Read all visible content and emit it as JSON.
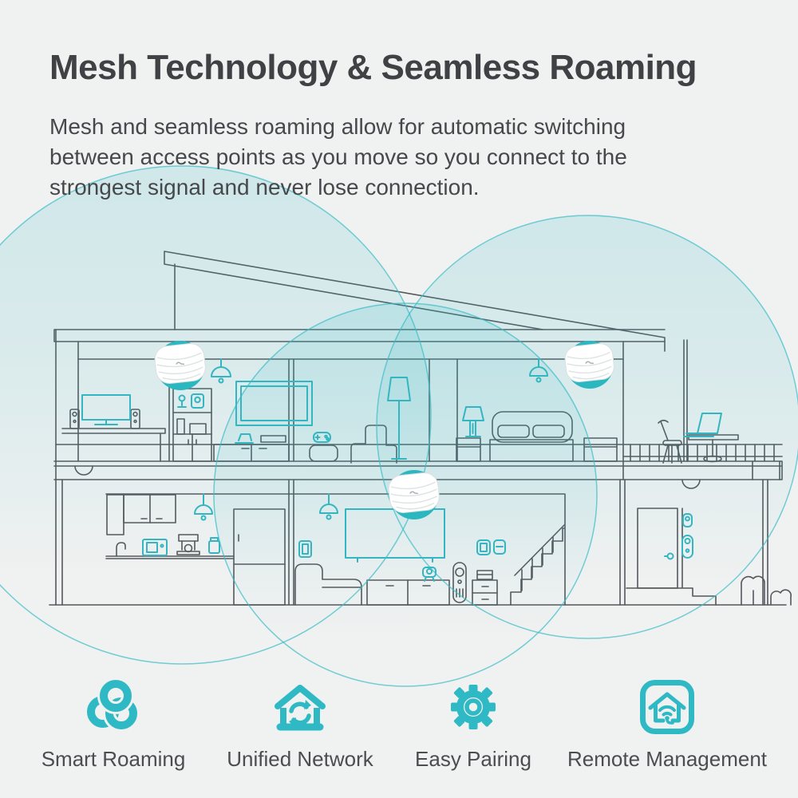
{
  "header": {
    "title": "Mesh Technology & Seamless Roaming",
    "paragraph": "Mesh and seamless roaming allow for automatic switching\nbetween access points as you move so you connect to the\nstrongest signal and never lose connection."
  },
  "features": [
    {
      "label": "Smart Roaming",
      "icon": "mesh-trefoil-icon"
    },
    {
      "label": "Unified Network",
      "icon": "house-sync-icon"
    },
    {
      "label": "Easy Pairing",
      "icon": "gear-icon"
    },
    {
      "label": "Remote Management",
      "icon": "house-wifi-icon"
    }
  ],
  "illustration": {
    "access_points": 3,
    "coverage_circles": 3
  },
  "colors": {
    "background": "#f0f1f1",
    "accent_teal": "#2fb9c4",
    "line_teal": "#34b5c1",
    "line_gray": "#54585c",
    "ap_circle_teal": "#2bb7c0",
    "title_text": "#3f4144",
    "body_text": "#46484b"
  }
}
